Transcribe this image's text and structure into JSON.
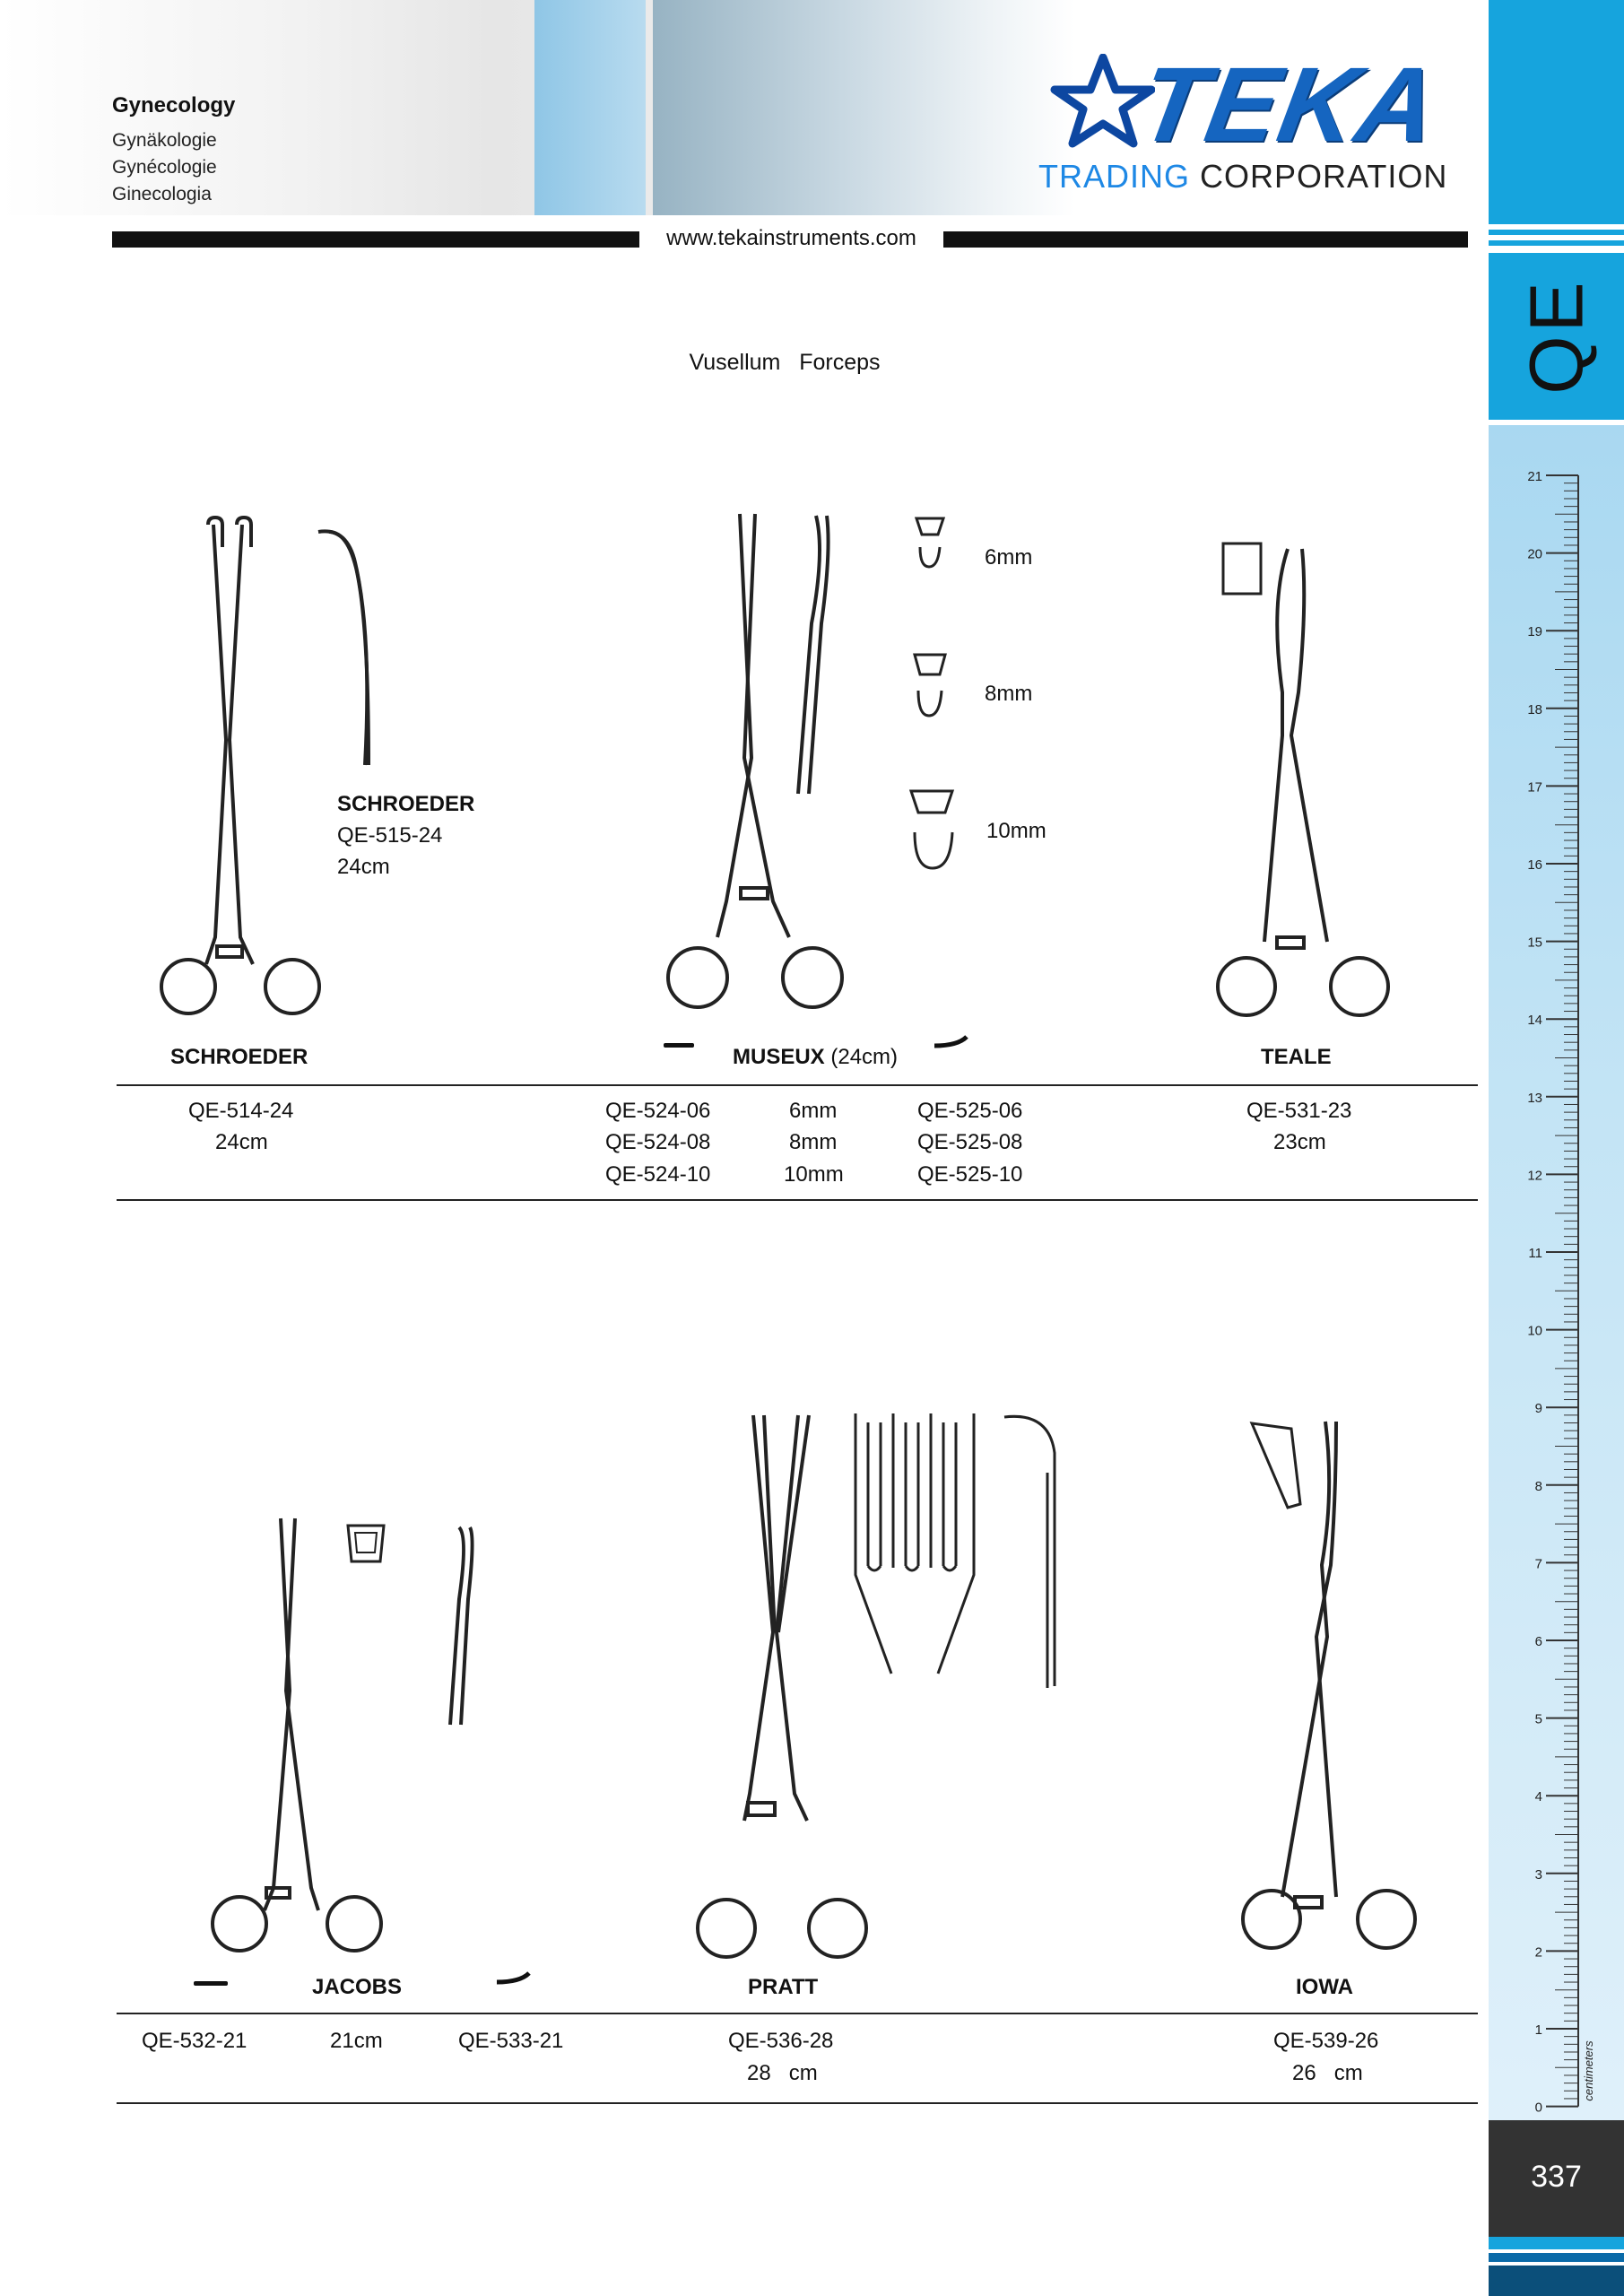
{
  "header": {
    "category": "Gynecology",
    "translations": [
      "Gynäkologie",
      "Gynécologie",
      "Ginecologia"
    ],
    "website": "www.tekainstruments.com",
    "logo": {
      "brand": "TEKA",
      "sub1": "TRADING",
      "sub2": "CORPORATION"
    }
  },
  "sidebar": {
    "section_code": "QE",
    "page_number": "337",
    "ruler_unit": "centimeters",
    "ruler_labels": [
      "21",
      "20",
      "19",
      "18",
      "17",
      "16",
      "15",
      "14",
      "13",
      "12",
      "11",
      "10",
      "9",
      "8",
      "7",
      "6",
      "5",
      "4",
      "3",
      "2",
      "1",
      "0"
    ]
  },
  "page_title": "Vusellum   Forceps",
  "top_row": {
    "schroeder_side": {
      "name": "SCHROEDER",
      "code": "QE-515-24",
      "size": "24cm"
    },
    "museux_jaws": [
      "6mm",
      "8mm",
      "10mm"
    ],
    "labels": {
      "schroeder": "SCHROEDER",
      "museux_name": "MUSEUX",
      "museux_size": "(24cm)",
      "teale": "TEALE"
    },
    "schroeder": {
      "code": "QE-514-24",
      "size": "24cm"
    },
    "museux_rows": [
      {
        "code_a": "QE-524-06",
        "size": "6mm",
        "code_b": "QE-525-06"
      },
      {
        "code_a": "QE-524-08",
        "size": "8mm",
        "code_b": "QE-525-08"
      },
      {
        "code_a": "QE-524-10",
        "size": "10mm",
        "code_b": "QE-525-10"
      }
    ],
    "teale": {
      "code": "QE-531-23",
      "size": "23cm"
    }
  },
  "bottom_row": {
    "labels": {
      "jacobs": "JACOBS",
      "pratt": "PRATT",
      "iowa": "IOWA"
    },
    "jacobs": {
      "code_a": "QE-532-21",
      "size": "21cm",
      "code_b": "QE-533-21"
    },
    "pratt": {
      "code": "QE-536-28",
      "size": "28   cm"
    },
    "iowa": {
      "code": "QE-539-26",
      "size": "26   cm"
    }
  }
}
